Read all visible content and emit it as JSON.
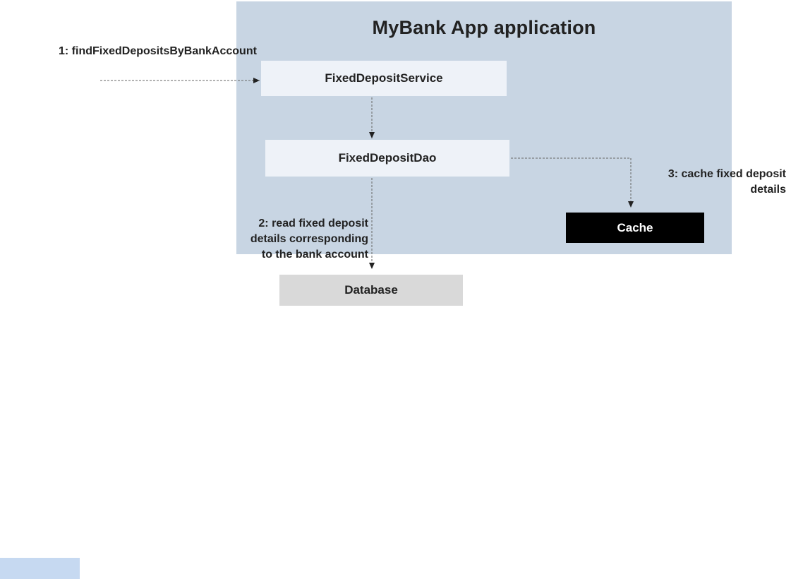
{
  "app": {
    "title": "MyBank App application"
  },
  "components": {
    "service": "FixedDepositService",
    "dao": "FixedDepositDao",
    "cache": "Cache",
    "database": "Database"
  },
  "steps": {
    "step1": "1: findFixedDepositsByBankAccount",
    "step2_line1": "2: read fixed deposit",
    "step2_line2": "details corresponding",
    "step2_line3": "to the bank account",
    "step3_line1": "3: cache fixed deposit",
    "step3_line2": "details"
  },
  "colors": {
    "container": "#c8d5e3",
    "component": "#eef2f8",
    "cache": "#000000",
    "database": "#d9d9d9",
    "swatch": "#c6d9f1"
  }
}
